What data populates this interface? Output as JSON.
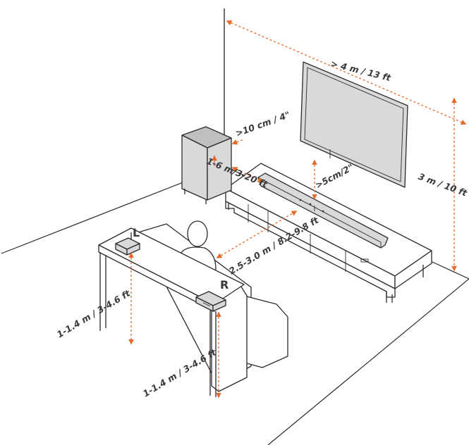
{
  "labels": {
    "room_width": "> 4 m / 13 ft",
    "room_height": "3 m / 10 ft",
    "sub_wall_gap": ">10 cm / 4\"",
    "sub_distance": "1-6 m/3-20 ft",
    "bar_tv_gap": ">5cm/2\"",
    "listener_distance": "2.5-3.0 m / 8.2-9.8 ft",
    "left_height": "1-1.4 m / 3-4.6 ft",
    "right_height": "1-1.4 m / 3-4.6 ft",
    "left_marker": "L",
    "right_marker": "R"
  },
  "colors": {
    "dimension": "#e56a2b",
    "outline": "#2b2b2b",
    "tv_fill": "#d9d9d9",
    "subwoofer_fill": "#d9d9d9",
    "soundbar_fill": "#d9d9d9"
  }
}
